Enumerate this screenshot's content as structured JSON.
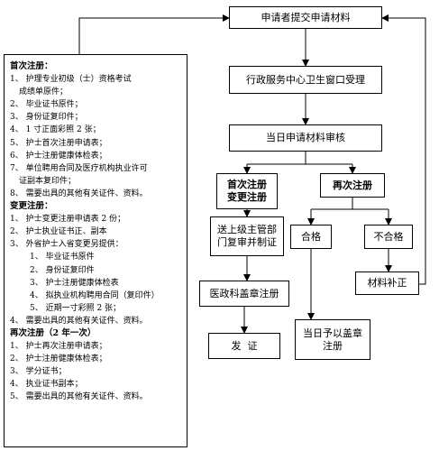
{
  "flow": {
    "submit": "申请者提交申请材料",
    "accept": "行政服务中心卫生窗口受理",
    "review": "当日申请材料审核",
    "first_change": [
      "首次注册",
      "变更注册"
    ],
    "renew": "再次注册",
    "send_up": [
      "送上级主管部",
      "门复审并制证"
    ],
    "qualified": "合格",
    "unqualified": "不合格",
    "stamp_med": "医政科盖章注册",
    "supplement": "材料补正",
    "issue": "发  证",
    "same_day": [
      "当日予以盖章",
      "注册"
    ]
  },
  "requirements": [
    {
      "type": "sec",
      "text": "首次注册："
    },
    {
      "type": "it",
      "text": "1、  护理专业初级（士）资格考试"
    },
    {
      "type": "it1",
      "text": "成绩单原件；"
    },
    {
      "type": "it",
      "text": "2、  毕业证书原件；"
    },
    {
      "type": "it",
      "text": "3、  身份证复印件；"
    },
    {
      "type": "it",
      "text": "4、  1 寸正面彩照 2 张；"
    },
    {
      "type": "it",
      "text": "5、  护士首次注册申请表；"
    },
    {
      "type": "it",
      "text": "6、  护士注册健康体检表；"
    },
    {
      "type": "it",
      "text": "7、  单位聘用合同及医疗机构执业许可"
    },
    {
      "type": "it1",
      "text": "证副本复印件；"
    },
    {
      "type": "it",
      "text": "8、  需要出具的其他有关证件、资料。"
    },
    {
      "type": "sec",
      "text": "变更注册："
    },
    {
      "type": "it",
      "text": "1、  护士变更注册申请表 2 份；"
    },
    {
      "type": "it",
      "text": "2、  护士执业证书正、副本"
    },
    {
      "type": "it",
      "text": "3、  外省护士入省变更另提供："
    },
    {
      "type": "it2",
      "text": "1、  毕业证书原件"
    },
    {
      "type": "it2",
      "text": "2、  身份证复印件"
    },
    {
      "type": "it2",
      "text": "3、  护士注册健康体检表"
    },
    {
      "type": "it2",
      "text": "4、  拟执业机构聘用合同（复印件）"
    },
    {
      "type": "it2",
      "text": "5、  近期一寸彩照 2 张；"
    },
    {
      "type": "it",
      "text": "4、  需要出具的其他有关证件、资料。"
    },
    {
      "type": "sec",
      "text": "再次注册（2 年一次）"
    },
    {
      "type": "it",
      "text": "1、  护士再次注册申请表；"
    },
    {
      "type": "it",
      "text": "2、  护士注册健康体检表；"
    },
    {
      "type": "it",
      "text": "3、  学分证书；"
    },
    {
      "type": "it",
      "text": "4、  执业证书副本；"
    },
    {
      "type": "it",
      "text": "5、  需要出具的其他有关证件、资料。"
    }
  ]
}
